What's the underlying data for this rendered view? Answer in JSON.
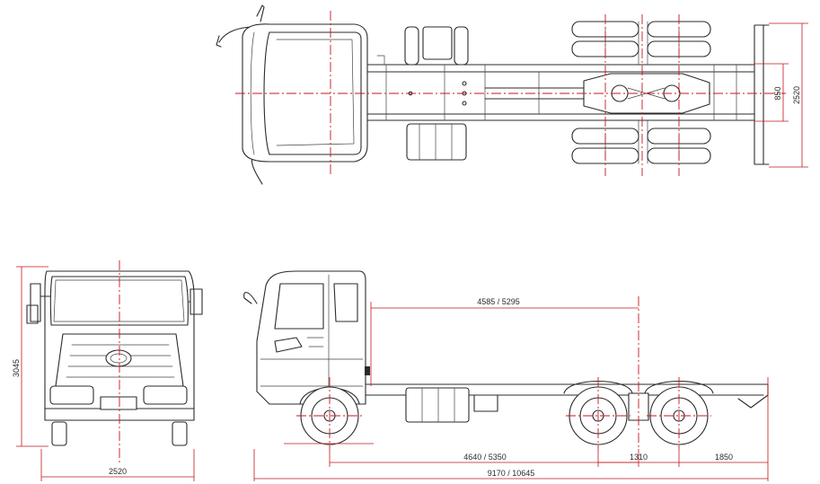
{
  "colors": {
    "line": "#2b2b2b",
    "dimension": "#c4171c"
  },
  "dimensions": {
    "top_width_total": "2520",
    "top_width_inner": "850",
    "front_height": "3045",
    "front_width": "2520",
    "upper_span": "4585 / 5295",
    "wheelbase": "4640 / 5350",
    "tandem_spacing": "1310",
    "rear_overhang": "1850",
    "overall_length": "9170 / 10645"
  }
}
